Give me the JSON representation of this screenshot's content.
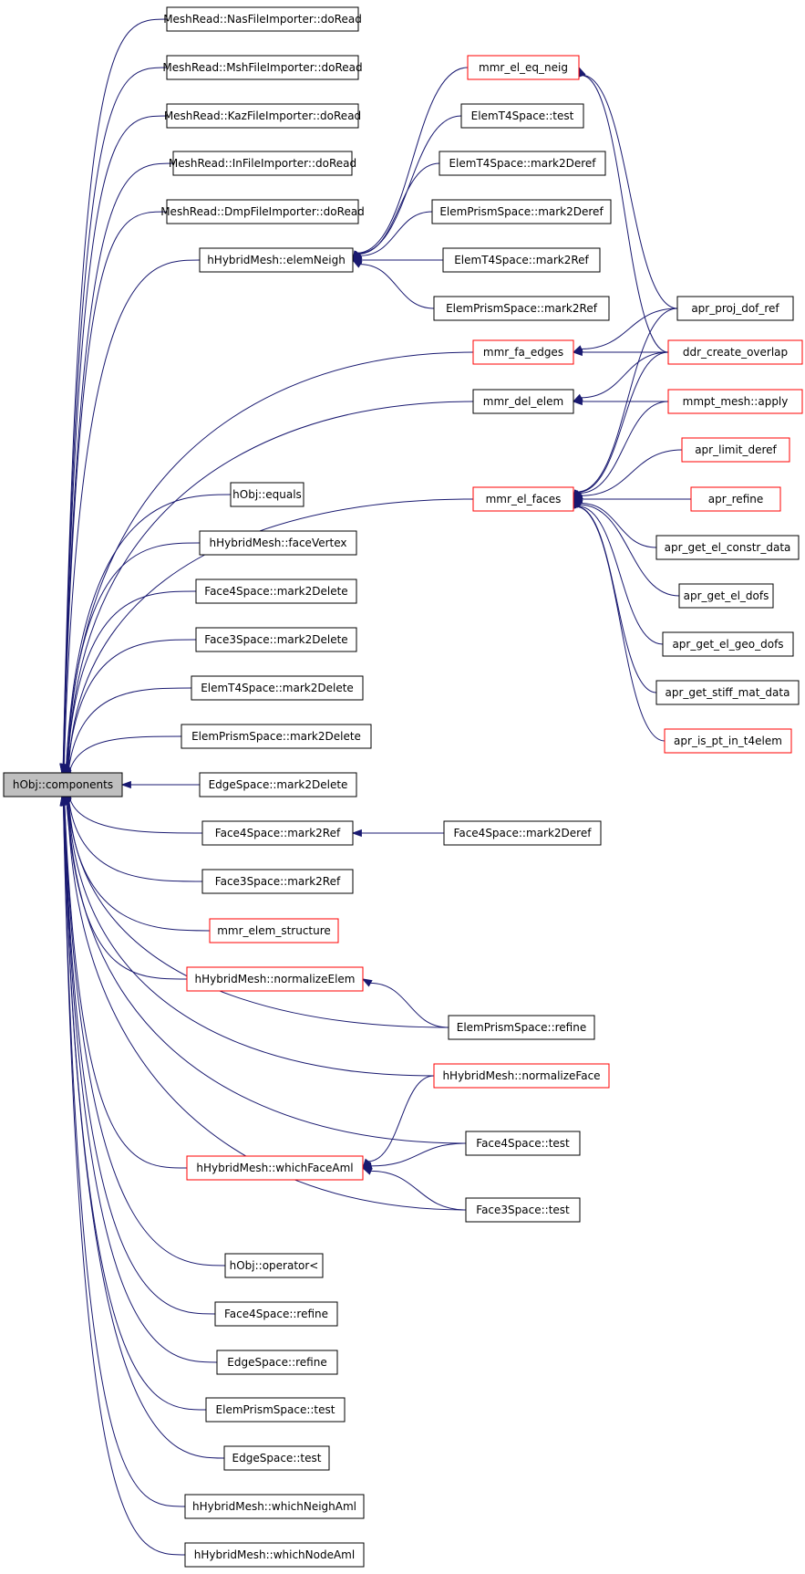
{
  "colors": {
    "edge": "#191970",
    "box_black": "#000000",
    "box_red": "#ff0000",
    "root_fill": "#bfbfbf",
    "background": "#ffffff"
  },
  "nodes": [
    {
      "id": "root",
      "label": "hObj::components",
      "border": "black",
      "root": true
    },
    {
      "id": "n01",
      "label": "MeshRead::NasFileImporter::doRead",
      "border": "black"
    },
    {
      "id": "n02",
      "label": "MeshRead::MshFileImporter::doRead",
      "border": "black"
    },
    {
      "id": "n03",
      "label": "MeshRead::KazFileImporter::doRead",
      "border": "black"
    },
    {
      "id": "n04",
      "label": "MeshRead::InFileImporter::doRead",
      "border": "black"
    },
    {
      "id": "n05",
      "label": "MeshRead::DmpFileImporter::doRead",
      "border": "black"
    },
    {
      "id": "n06",
      "label": "hHybridMesh::elemNeigh",
      "border": "black"
    },
    {
      "id": "n07",
      "label": "mmr_fa_edges",
      "border": "red"
    },
    {
      "id": "n08",
      "label": "mmr_del_elem",
      "border": "black"
    },
    {
      "id": "n09",
      "label": "mmr_el_faces",
      "border": "red"
    },
    {
      "id": "n10",
      "label": "hObj::equals",
      "border": "black"
    },
    {
      "id": "n11",
      "label": "hHybridMesh::faceVertex",
      "border": "black"
    },
    {
      "id": "n12",
      "label": "Face4Space::mark2Delete",
      "border": "black"
    },
    {
      "id": "n13",
      "label": "Face3Space::mark2Delete",
      "border": "black"
    },
    {
      "id": "n14",
      "label": "ElemT4Space::mark2Delete",
      "border": "black"
    },
    {
      "id": "n15",
      "label": "ElemPrismSpace::mark2Delete",
      "border": "black"
    },
    {
      "id": "n16",
      "label": "EdgeSpace::mark2Delete",
      "border": "black"
    },
    {
      "id": "n17",
      "label": "Face4Space::mark2Ref",
      "border": "black"
    },
    {
      "id": "n18",
      "label": "Face3Space::mark2Ref",
      "border": "black"
    },
    {
      "id": "n19",
      "label": "mmr_elem_structure",
      "border": "red"
    },
    {
      "id": "n20",
      "label": "hHybridMesh::normalizeElem",
      "border": "red"
    },
    {
      "id": "n21",
      "label": "hHybridMesh::whichFaceAml",
      "border": "red"
    },
    {
      "id": "n22",
      "label": "hObj::operator<",
      "border": "black"
    },
    {
      "id": "n23",
      "label": "Face4Space::refine",
      "border": "black"
    },
    {
      "id": "n24",
      "label": "EdgeSpace::refine",
      "border": "black"
    },
    {
      "id": "n25",
      "label": "ElemPrismSpace::test",
      "border": "black"
    },
    {
      "id": "n26",
      "label": "EdgeSpace::test",
      "border": "black"
    },
    {
      "id": "n27",
      "label": "hHybridMesh::whichNeighAml",
      "border": "black"
    },
    {
      "id": "n28",
      "label": "hHybridMesh::whichNodeAml",
      "border": "black"
    },
    {
      "id": "m01",
      "label": "mmr_el_eq_neig",
      "border": "red"
    },
    {
      "id": "m02",
      "label": "ElemT4Space::test",
      "border": "black"
    },
    {
      "id": "m03",
      "label": "ElemT4Space::mark2Deref",
      "border": "black"
    },
    {
      "id": "m04",
      "label": "ElemPrismSpace::mark2Deref",
      "border": "black"
    },
    {
      "id": "m05",
      "label": "ElemT4Space::mark2Ref",
      "border": "black"
    },
    {
      "id": "m06",
      "label": "ElemPrismSpace::mark2Ref",
      "border": "black"
    },
    {
      "id": "m07",
      "label": "Face4Space::mark2Deref",
      "border": "black"
    },
    {
      "id": "m08",
      "label": "ElemPrismSpace::refine",
      "border": "black"
    },
    {
      "id": "m09",
      "label": "hHybridMesh::normalizeFace",
      "border": "red"
    },
    {
      "id": "m10",
      "label": "Face4Space::test",
      "border": "black"
    },
    {
      "id": "m11",
      "label": "Face3Space::test",
      "border": "black"
    },
    {
      "id": "r01",
      "label": "apr_proj_dof_ref",
      "border": "black"
    },
    {
      "id": "r02",
      "label": "ddr_create_overlap",
      "border": "red"
    },
    {
      "id": "r03",
      "label": "mmpt_mesh::apply",
      "border": "red"
    },
    {
      "id": "r04",
      "label": "apr_limit_deref",
      "border": "red"
    },
    {
      "id": "r05",
      "label": "apr_refine",
      "border": "red"
    },
    {
      "id": "r06",
      "label": "apr_get_el_constr_data",
      "border": "black"
    },
    {
      "id": "r07",
      "label": "apr_get_el_dofs",
      "border": "black"
    },
    {
      "id": "r08",
      "label": "apr_get_el_geo_dofs",
      "border": "black"
    },
    {
      "id": "r09",
      "label": "apr_get_stiff_mat_data",
      "border": "black"
    },
    {
      "id": "r10",
      "label": "apr_is_pt_in_t4elem",
      "border": "red"
    }
  ],
  "edges": [
    [
      "n01",
      "root"
    ],
    [
      "n02",
      "root"
    ],
    [
      "n03",
      "root"
    ],
    [
      "n04",
      "root"
    ],
    [
      "n05",
      "root"
    ],
    [
      "n06",
      "root"
    ],
    [
      "n07",
      "root"
    ],
    [
      "n08",
      "root"
    ],
    [
      "n09",
      "root"
    ],
    [
      "n10",
      "root"
    ],
    [
      "n11",
      "root"
    ],
    [
      "n12",
      "root"
    ],
    [
      "n13",
      "root"
    ],
    [
      "n14",
      "root"
    ],
    [
      "n15",
      "root"
    ],
    [
      "n16",
      "root"
    ],
    [
      "n17",
      "root"
    ],
    [
      "n18",
      "root"
    ],
    [
      "n19",
      "root"
    ],
    [
      "n20",
      "root"
    ],
    [
      "m08",
      "root"
    ],
    [
      "m09",
      "root"
    ],
    [
      "m10",
      "root"
    ],
    [
      "n21",
      "root"
    ],
    [
      "m11",
      "root"
    ],
    [
      "n22",
      "root"
    ],
    [
      "n23",
      "root"
    ],
    [
      "n24",
      "root"
    ],
    [
      "n25",
      "root"
    ],
    [
      "n26",
      "root"
    ],
    [
      "n27",
      "root"
    ],
    [
      "n28",
      "root"
    ],
    [
      "m01",
      "n06"
    ],
    [
      "m02",
      "n06"
    ],
    [
      "m03",
      "n06"
    ],
    [
      "m04",
      "n06"
    ],
    [
      "m05",
      "n06"
    ],
    [
      "m06",
      "n06"
    ],
    [
      "r01",
      "m01"
    ],
    [
      "r02",
      "m01"
    ],
    [
      "r01",
      "n07"
    ],
    [
      "r02",
      "n07"
    ],
    [
      "r02",
      "n08"
    ],
    [
      "r03",
      "n08"
    ],
    [
      "r01",
      "n09"
    ],
    [
      "r02",
      "n09"
    ],
    [
      "r03",
      "n09"
    ],
    [
      "r04",
      "n09"
    ],
    [
      "r05",
      "n09"
    ],
    [
      "r06",
      "n09"
    ],
    [
      "r07",
      "n09"
    ],
    [
      "r08",
      "n09"
    ],
    [
      "r09",
      "n09"
    ],
    [
      "r10",
      "n09"
    ],
    [
      "m07",
      "n17"
    ],
    [
      "m08",
      "n20"
    ],
    [
      "m09",
      "n21"
    ],
    [
      "m10",
      "n21"
    ],
    [
      "m11",
      "n21"
    ]
  ]
}
